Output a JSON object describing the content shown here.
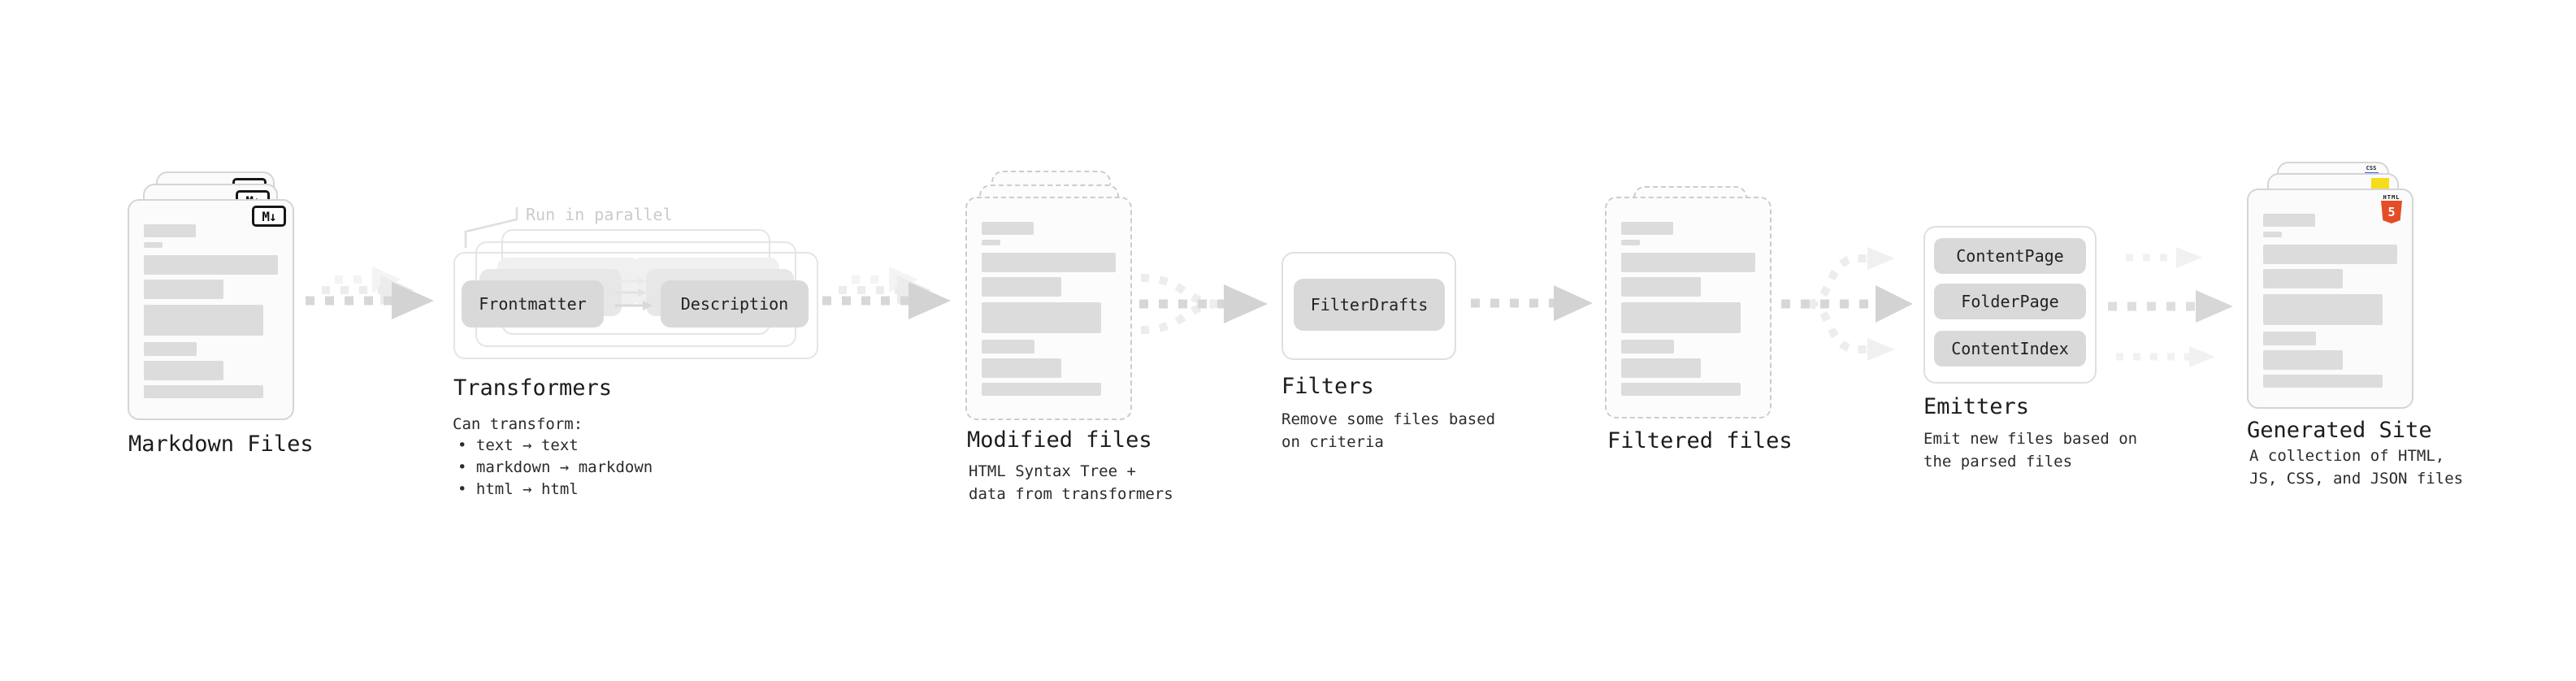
{
  "icons": {
    "markdown_badge": "M↓",
    "css_label": "CSS",
    "html_label": "HTML",
    "html_number": "5"
  },
  "colors": {
    "html5_orange": "#e44d26",
    "js_yellow": "#f5de19",
    "css_blue": "#2965f1",
    "skeleton_gray": "#dcdcdc",
    "pill_gray": "#d9d9d9"
  },
  "sections": {
    "markdown_files": {
      "label": "Markdown Files"
    },
    "transformers": {
      "callout": "Run in parallel",
      "step1": "Frontmatter",
      "step2": "Description",
      "heading": "Transformers",
      "subheading": "Can transform:",
      "bullets": [
        "• text → text",
        "• markdown → markdown",
        "• html → html"
      ]
    },
    "modified_files": {
      "heading": "Modified files",
      "desc": [
        "HTML Syntax Tree +",
        "data from transformers"
      ]
    },
    "filters": {
      "button": "FilterDrafts",
      "heading": "Filters",
      "desc": [
        "Remove some files based",
        "on criteria"
      ]
    },
    "filtered_files": {
      "heading": "Filtered files"
    },
    "emitters": {
      "buttons": [
        "ContentPage",
        "FolderPage",
        "ContentIndex"
      ],
      "heading": "Emitters",
      "desc": [
        "Emit new files based on",
        "the parsed files"
      ]
    },
    "generated_site": {
      "heading": "Generated Site",
      "desc": [
        "A collection of HTML,",
        "JS, CSS, and JSON files"
      ]
    }
  }
}
